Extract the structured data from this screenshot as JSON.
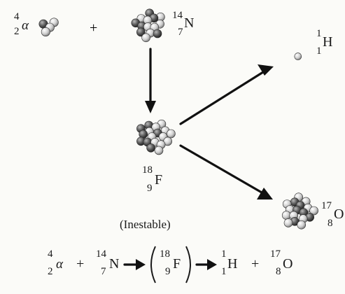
{
  "reactants": {
    "alpha": {
      "mass": "4",
      "atomic": "2",
      "symbol": "α"
    },
    "plus_1": "+",
    "nitrogen": {
      "mass": "14",
      "atomic": "7",
      "symbol": "N"
    }
  },
  "intermediate": {
    "fluorine": {
      "mass": "18",
      "atomic": "9",
      "symbol": "F"
    },
    "stability_label": "(Inestable)"
  },
  "products": {
    "hydrogen": {
      "mass": "1",
      "atomic": "1",
      "symbol": "H"
    },
    "oxygen": {
      "mass": "17",
      "atomic": "8",
      "symbol": "O"
    }
  },
  "equation": {
    "alpha": {
      "mass": "4",
      "atomic": "2",
      "symbol": "α"
    },
    "plus_1": "+",
    "nitrogen": {
      "mass": "14",
      "atomic": "7",
      "symbol": "N"
    },
    "fluorine": {
      "mass": "18",
      "atomic": "9",
      "symbol": "F"
    },
    "hydrogen": {
      "mass": "1",
      "atomic": "1",
      "symbol": "H"
    },
    "plus_2": "+",
    "oxygen": {
      "mass": "17",
      "atomic": "8",
      "symbol": "O"
    }
  },
  "colors": {
    "proton": "#5e5e5e",
    "neutron": "#d0d0d0",
    "arrow": "#111111"
  }
}
